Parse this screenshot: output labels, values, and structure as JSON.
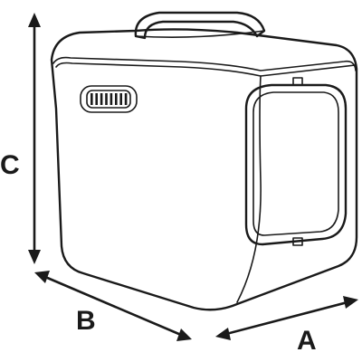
{
  "dimensions": {
    "a_label": "A",
    "b_label": "B",
    "c_label": "C"
  },
  "colors": {
    "stroke": "#1a1a1a",
    "background": "#ffffff"
  }
}
